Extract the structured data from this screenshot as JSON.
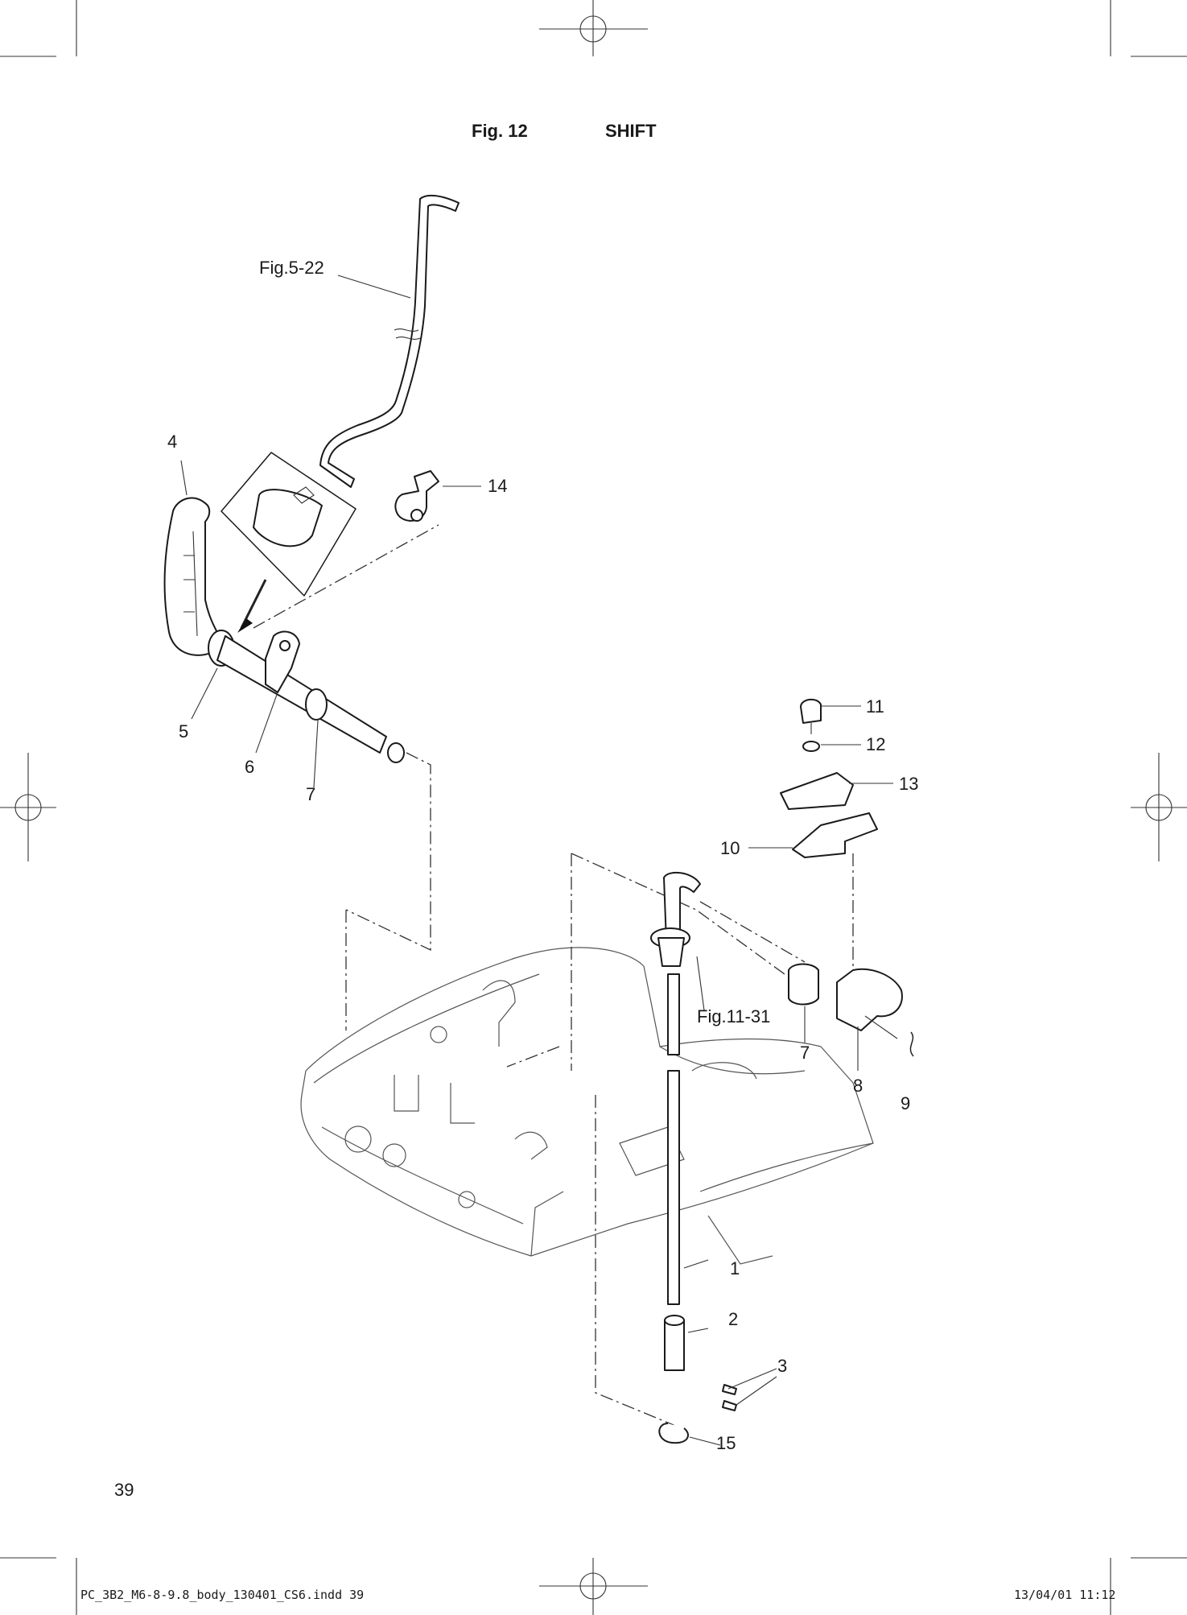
{
  "figure": {
    "number": "Fig. 12",
    "title": "SHIFT"
  },
  "callouts": {
    "fig5_22": "Fig.5-22",
    "fig11_31": "Fig.11-31",
    "p1": "1",
    "p2": "2",
    "p3": "3",
    "p4": "4",
    "p5": "5",
    "p6": "6",
    "p7a": "7",
    "p7b": "7",
    "p8": "8",
    "p9": "9",
    "p10": "10",
    "p11": "11",
    "p12": "12",
    "p13": "13",
    "p14": "14",
    "p15": "15"
  },
  "page_number": "39",
  "footer": {
    "file": "PC_3B2_M6-8-9.8_body_130401_CS6.indd   39",
    "timestamp": "13/04/01   11:12"
  }
}
